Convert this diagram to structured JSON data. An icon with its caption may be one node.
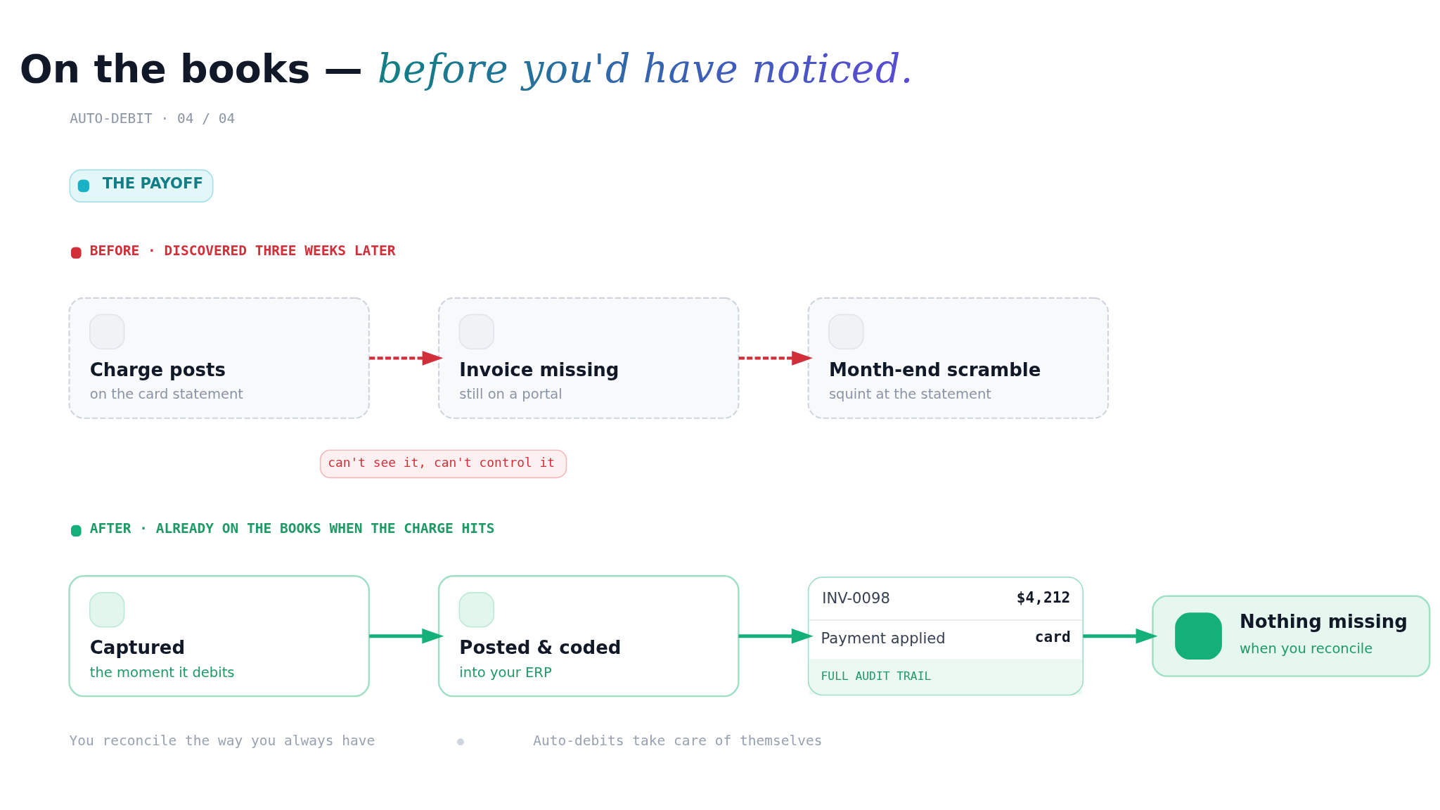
{
  "diagram": {
    "title": "On the books — *before you'd have noticed.*",
    "nodes": [
      {
        "text": [
          "Charge posts",
          "on the card statement"
        ]
      },
      {
        "text": [
          "Invoice missing",
          "still on a portal"
        ]
      },
      {
        "text": [
          "Month-end scramble",
          "squint at the statement"
        ]
      },
      {
        "text": [
          "Captured",
          "the moment it debits"
        ]
      },
      {
        "text": [
          "Posted & coded",
          "into your ERP"
        ]
      },
      {
        "text": [
          "INV-0098",
          "$4,212",
          "Payment applied",
          "card",
          "FULL AUDIT TRAIL"
        ]
      },
      {
        "text": [
          "Nothing missing",
          "when you reconcile"
        ]
      }
    ],
    "edges": [
      {
        "from": 0,
        "to": 1,
        "arrow": "to",
        "style": "dashed",
        "color": "#d12f3a"
      },
      {
        "from": 1,
        "to": 2,
        "arrow": "to",
        "style": "dashed",
        "color": "#d12f3a"
      },
      {
        "from": 3,
        "to": 4,
        "arrow": "to"
      },
      {
        "from": 4,
        "to": 5,
        "arrow": "to"
      },
      {
        "from": 5,
        "to": 6,
        "arrow": "to"
      }
    ],
    "labels": [
      "AUTO-DEBIT · 04 / 04",
      "THE PAYOFF",
      "BEFORE · DISCOVERED THREE WEEKS LATER",
      "can't see it, can't control it",
      "AFTER · ALREADY ON THE BOOKS WHEN THE CHARGE HITS",
      "You reconcile the way you always have",
      "Auto-debits take care of themselves"
    ]
  }
}
